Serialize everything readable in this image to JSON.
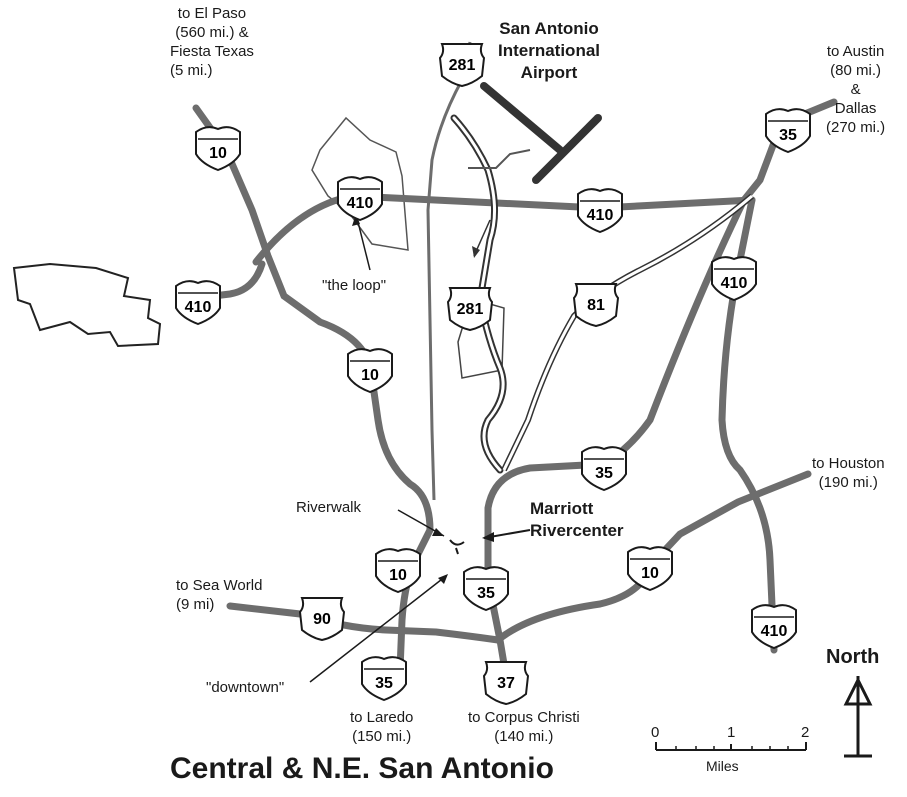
{
  "map": {
    "title": "Central & N.E. San Antonio",
    "north_label": "North",
    "scale": {
      "unit": "Miles",
      "ticks": [
        "0",
        "1",
        "2"
      ]
    },
    "highways": [
      {
        "id": "i410-top-left",
        "number": "410",
        "type": "interstate"
      },
      {
        "id": "i410-top-right",
        "number": "410",
        "type": "interstate"
      },
      {
        "id": "i410-west",
        "number": "410",
        "type": "interstate"
      },
      {
        "id": "i410-east",
        "number": "410",
        "type": "interstate"
      },
      {
        "id": "i410-south-east",
        "number": "410",
        "type": "interstate"
      },
      {
        "id": "i10-north",
        "number": "10",
        "type": "interstate"
      },
      {
        "id": "i10-mid",
        "number": "10",
        "type": "interstate"
      },
      {
        "id": "i10-downtown",
        "number": "10",
        "type": "interstate"
      },
      {
        "id": "i10-east",
        "number": "10",
        "type": "interstate"
      },
      {
        "id": "i35-north",
        "number": "35",
        "type": "interstate"
      },
      {
        "id": "i35-mid",
        "number": "35",
        "type": "interstate"
      },
      {
        "id": "i35-downtown",
        "number": "35",
        "type": "interstate"
      },
      {
        "id": "i35-south",
        "number": "35",
        "type": "interstate"
      },
      {
        "id": "us281-north",
        "number": "281",
        "type": "us"
      },
      {
        "id": "us281-mid",
        "number": "281",
        "type": "us"
      },
      {
        "id": "us81",
        "number": "81",
        "type": "us"
      },
      {
        "id": "us90",
        "number": "90",
        "type": "us"
      },
      {
        "id": "us37",
        "number": "37",
        "type": "us"
      }
    ],
    "labels": {
      "el_paso": [
        "to El Paso",
        "(560 mi.) &",
        "Fiesta Texas",
        "(5 mi.)"
      ],
      "airport": [
        "San Antonio",
        "International",
        "Airport"
      ],
      "austin": [
        "to Austin",
        "(80 mi.)",
        "&",
        "Dallas",
        "(270 mi.)"
      ],
      "the_loop": "\"the loop\"",
      "houston": [
        "to Houston",
        "(190 mi.)"
      ],
      "riverwalk": "Riverwalk",
      "marriott": [
        "Marriott",
        "Rivercenter"
      ],
      "sea_world": [
        "to Sea World",
        "(9 mi)"
      ],
      "downtown": "\"downtown\"",
      "laredo": [
        "to Laredo",
        "(150 mi.)"
      ],
      "corpus": [
        "to Corpus Christi",
        "(140 mi.)"
      ]
    }
  }
}
